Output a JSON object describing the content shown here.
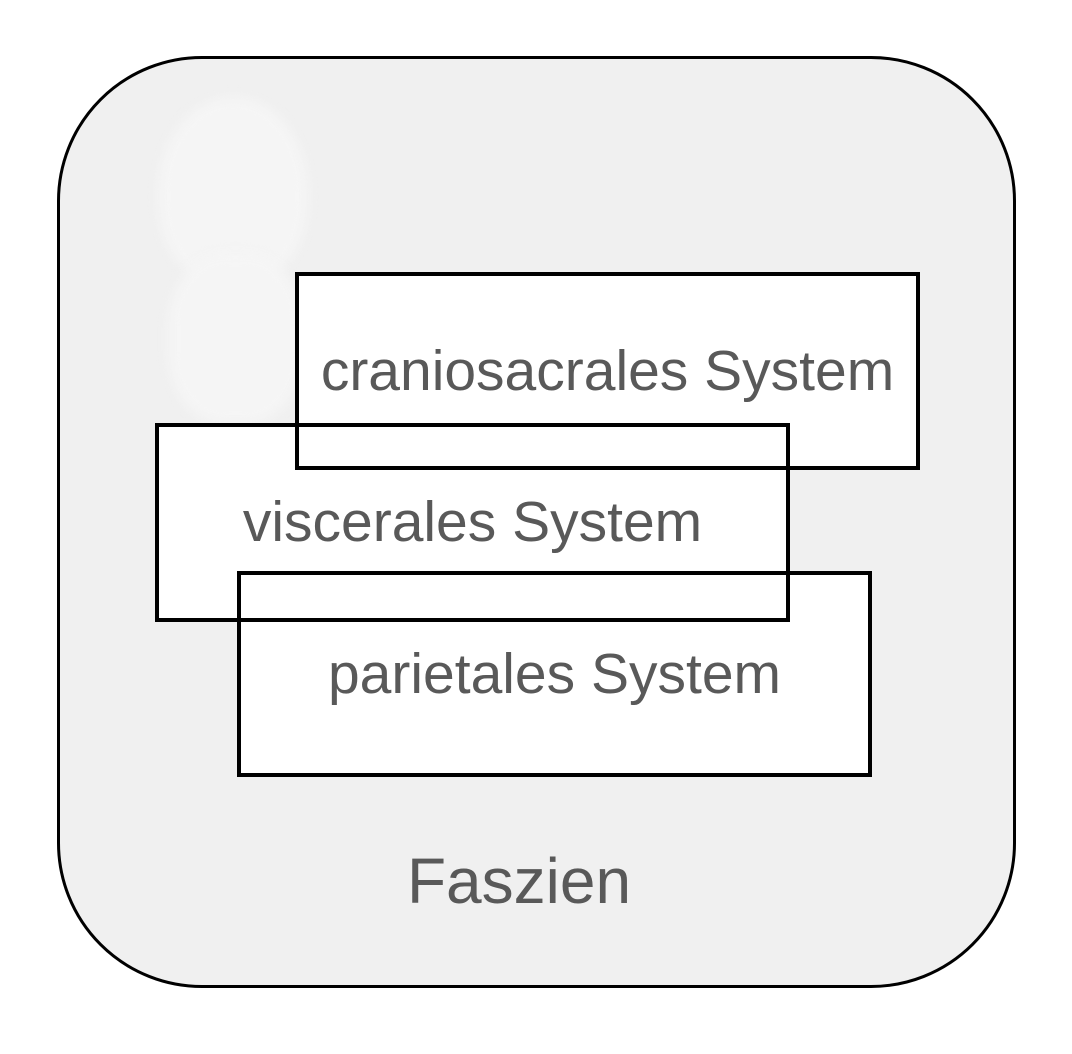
{
  "diagram": {
    "outer_label": "Faszien",
    "boxes": [
      {
        "id": "craniosacral",
        "label": "craniosacrales System"
      },
      {
        "id": "visceral",
        "label": "viscerales System"
      },
      {
        "id": "parietal",
        "label": "parietales System"
      }
    ],
    "colors": {
      "container_fill": "#f0f0f0",
      "container_border": "#000000",
      "box_fill": "#ffffff",
      "box_border": "#000000",
      "text": "#595959",
      "page_background": "#ffffff"
    }
  }
}
